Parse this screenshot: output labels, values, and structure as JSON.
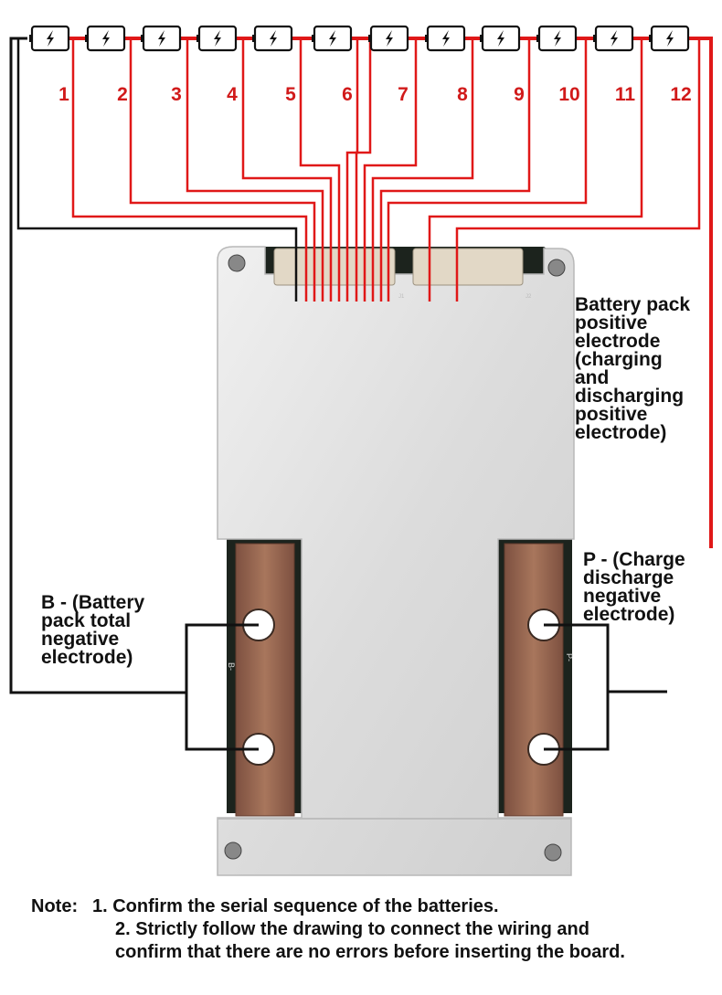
{
  "cells": [
    {
      "number": "1"
    },
    {
      "number": "2"
    },
    {
      "number": "3"
    },
    {
      "number": "4"
    },
    {
      "number": "5"
    },
    {
      "number": "6"
    },
    {
      "number": "7"
    },
    {
      "number": "8"
    },
    {
      "number": "9"
    },
    {
      "number": "10"
    },
    {
      "number": "11"
    },
    {
      "number": "12"
    }
  ],
  "cell_icon": "battery-lightning-icon",
  "labels": {
    "positive": "Battery pack\n positive\nelectrode\n(charging\nand\ndischarging\npositive\nelectrode)",
    "b_minus": "B - (Battery\npack total\nnegative\nelectrode)",
    "p_minus": "P - (Charge\ndischarge\nnegative\nelectrode)"
  },
  "board": {
    "connector_j1": "J1",
    "connector_j2": "J2",
    "pad_b": "B-",
    "pad_p": "P-"
  },
  "note": {
    "prefix": "Note:",
    "line1": "1. Confirm the serial sequence of the batteries.",
    "line2": "2. Strictly follow the drawing to connect the wiring and",
    "line3": "confirm that there are no errors before inserting the board."
  },
  "colors": {
    "wire_red": "#e01818",
    "wire_black": "#111111",
    "number_red": "#d11a1a",
    "board_metal": "#e4e4e4",
    "copper": "#9a6a52"
  }
}
